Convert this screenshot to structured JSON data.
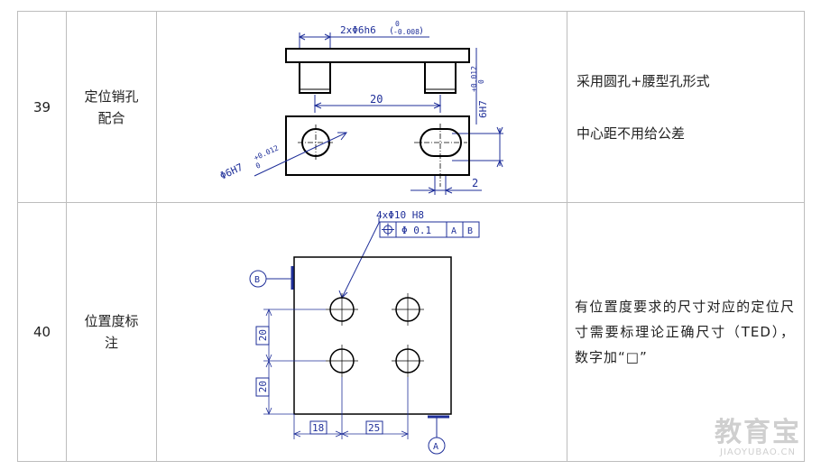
{
  "rows": [
    {
      "number": "39",
      "name_line1": "定位销孔",
      "name_line2": "配合",
      "desc_line1": "采用圆孔+腰型孔形式",
      "desc_line2": "中心距不用给公差",
      "drawing": {
        "top_dim": "2xΦ6h6",
        "top_tol_upper": "0",
        "top_tol_lower": "-0.008",
        "center_dist": "20",
        "right_dim": "6H7",
        "right_tol_upper": "+0.012",
        "right_tol_lower": "0",
        "left_dim": "Φ6H7",
        "left_tol_upper": "+0.012",
        "left_tol_lower": "0",
        "slot_width": "2"
      }
    },
    {
      "number": "40",
      "name_line1": "位置度标",
      "name_line2": "注",
      "desc": "有位置度要求的尺寸对应的定位尺寸需要标理论正确尺寸（TED），数字加“□”",
      "drawing": {
        "hole_callout": "4xΦ10 H8",
        "fcf_tolerance": "Φ 0.1",
        "fcf_datum1": "A",
        "fcf_datum2": "B",
        "datum_b": "B",
        "datum_a": "A",
        "v_dim1": "20",
        "v_dim2": "20",
        "h_dim1": "18",
        "h_dim2": "25"
      }
    }
  ],
  "watermark": {
    "cn": "教育宝",
    "en": "JIAOYUBAO.CN"
  },
  "colors": {
    "dimension": "#1f2f99",
    "outline": "#000000",
    "border": "#bdbdbd"
  }
}
